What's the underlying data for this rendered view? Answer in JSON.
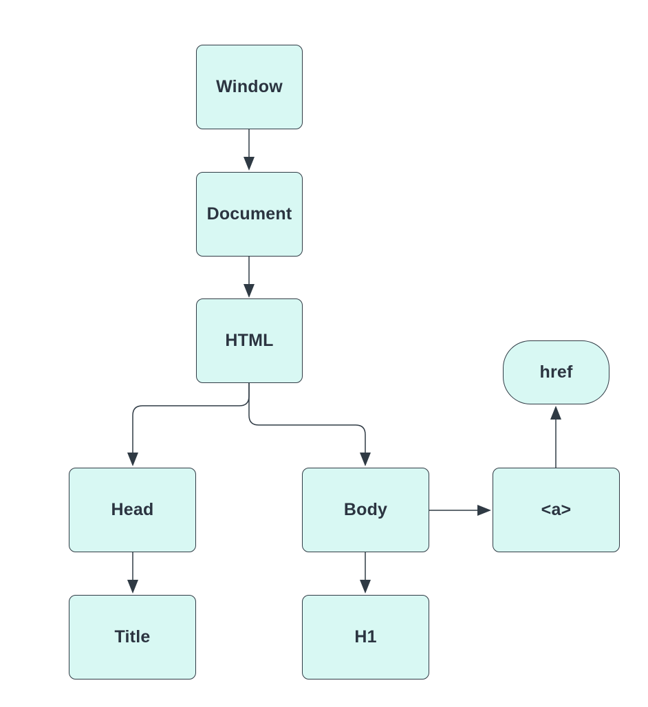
{
  "nodes": {
    "window": "Window",
    "document": "Document",
    "html": "HTML",
    "head": "Head",
    "body": "Body",
    "a": "<a>",
    "href": "href",
    "title": "Title",
    "h1": "H1"
  },
  "edges": [
    {
      "from": "Window",
      "to": "Document"
    },
    {
      "from": "Document",
      "to": "HTML"
    },
    {
      "from": "HTML",
      "to": "Head"
    },
    {
      "from": "HTML",
      "to": "Body"
    },
    {
      "from": "Head",
      "to": "Title"
    },
    {
      "from": "Body",
      "to": "H1"
    },
    {
      "from": "Body",
      "to": "<a>"
    },
    {
      "from": "<a>",
      "to": "href"
    }
  ],
  "colors": {
    "node_fill": "#d8f8f3",
    "node_stroke": "#2f3a44",
    "text": "#2b3440"
  }
}
